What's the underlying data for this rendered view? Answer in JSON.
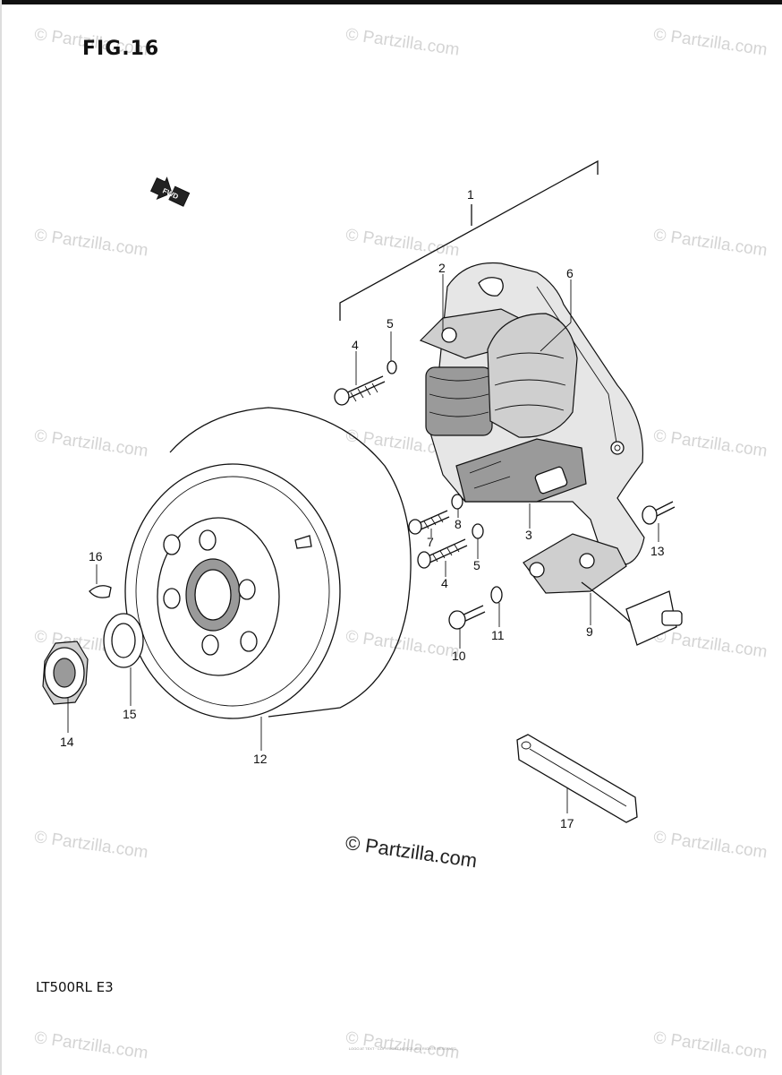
{
  "figure": {
    "title": "FIG.16",
    "model_code": "LT500RL E3",
    "fwd_label": "FWD"
  },
  "watermarks": {
    "center_text": "© Partzilla.com",
    "repeat_text": "© Partzilla.com"
  },
  "callouts": [
    "1",
    "2",
    "3",
    "4",
    "4",
    "5",
    "5",
    "6",
    "7",
    "8",
    "9",
    "10",
    "11",
    "12",
    "13",
    "14",
    "15",
    "16",
    "17"
  ],
  "footer": {
    "fine_print": "LOGO AT TEXT · COPYRIGHT NOTICE, ALL RIGHTS RESERVED"
  },
  "colors": {
    "line": "#111111",
    "watermark": "#d4d4d4",
    "shade_light": "#cfcfcf",
    "shade_dark": "#9a9a9a"
  }
}
